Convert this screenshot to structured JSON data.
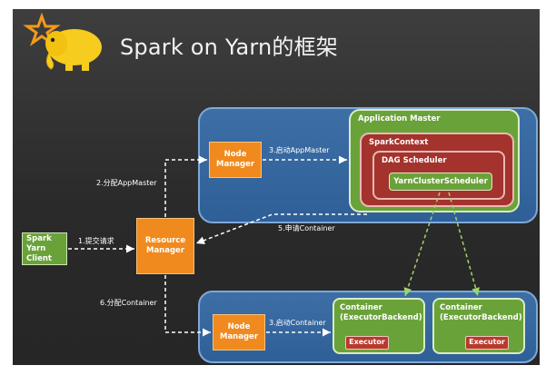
{
  "title": "Spark on Yarn的框架",
  "components": {
    "client": "Spark Yarn Client",
    "resource_manager": "Resource Manager",
    "node_manager_top": "Node Manager",
    "node_manager_bottom": "Node Manager",
    "application_master": "Application Master",
    "spark_context": "SparkContext",
    "dag_scheduler": "DAG Scheduler",
    "yarn_cluster_scheduler": "YarnClusterScheduler",
    "container_1": "Container (ExecutorBackend)",
    "container_2": "Container (ExecutorBackend)",
    "executor_1": "Executor",
    "executor_2": "Executor"
  },
  "steps": {
    "submit": "1.提交请求",
    "allocate_am": "2.分配AppMaster",
    "start_am": "3.启动AppMaster",
    "request_container": "5.申请Container",
    "allocate_container": "6.分配Container",
    "start_container": "3.启动Container"
  },
  "colors": {
    "background": "#2f2f2f",
    "panel": "#3466a0",
    "orange": "#f08a1e",
    "green": "#6aa23a",
    "red": "#a4322d"
  }
}
